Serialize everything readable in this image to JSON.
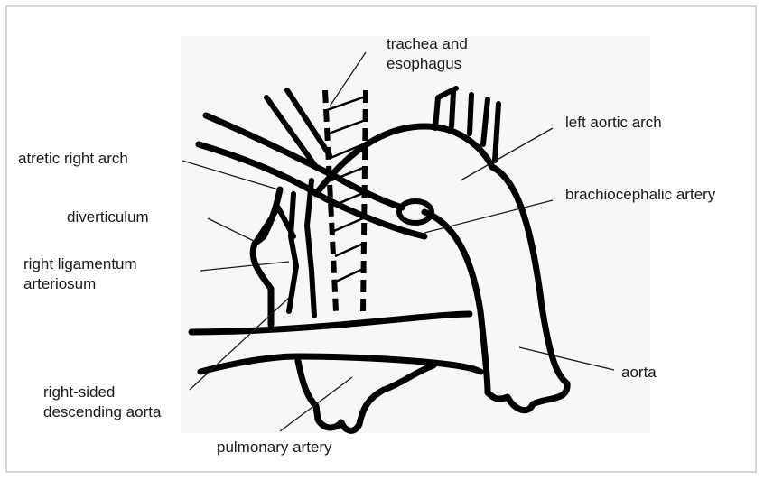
{
  "diagram": {
    "labels": {
      "trachea_l1": "trachea and",
      "trachea_l2": "esophagus",
      "left_aortic_arch": "left aortic arch",
      "atretic_right_arch": "atretic right arch",
      "brachiocephalic_artery": "brachiocephalic artery",
      "diverticulum": "diverticulum",
      "right_ligamentum_l1": "right ligamentum",
      "right_ligamentum_l2": "arteriosum",
      "aorta": "aorta",
      "right_sided_l1": "right-sided",
      "right_sided_l2": "descending aorta",
      "pulmonary_artery": "pulmonary artery"
    }
  }
}
